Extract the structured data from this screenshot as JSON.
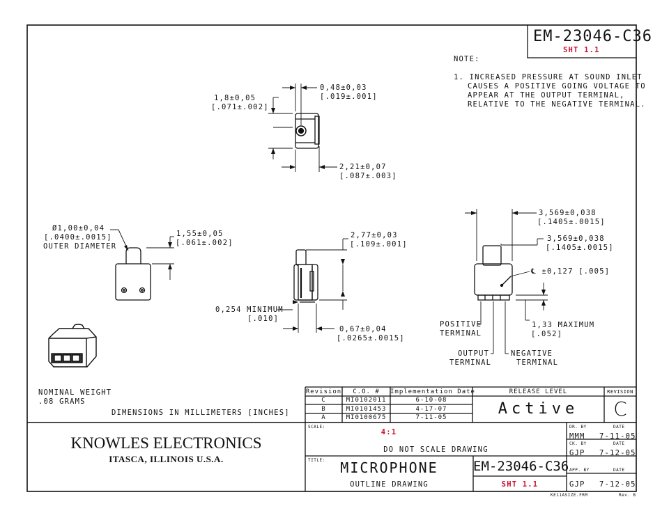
{
  "doc_number": "EM-23046-C36",
  "sheet": "SHT 1.1",
  "note_header": "NOTE:",
  "note_lines": [
    "1. INCREASED PRESSURE AT SOUND INLET",
    "CAUSES A POSITIVE GOING VOLTAGE TO",
    "APPEAR AT THE OUTPUT TERMINAL,",
    "RELATIVE TO THE NEGATIVE TERMINAL."
  ],
  "dims": {
    "d1": [
      "1,8±0,05",
      "[.071±.002]"
    ],
    "d2": [
      "0,48±0,03",
      "[.019±.001]"
    ],
    "d3": [
      "2,21±0,07",
      "[.087±.003]"
    ],
    "d4": [
      "Ø1,00±0,04",
      "[.0400±.0015]",
      "OUTER DIAMETER"
    ],
    "d5": [
      "1,55±0,05",
      "[.061±.002]"
    ],
    "d6": [
      "2,77±0,03",
      "[.109±.001]"
    ],
    "d7": [
      "0,254 MINIMUM",
      "[.010]"
    ],
    "d8": [
      "0,67±0,04",
      "[.0265±.0015]"
    ],
    "d9": [
      "3,569±0,038",
      "[.1405±.0015]"
    ],
    "d10": [
      "3,569±0,038",
      "[.1405±.0015]"
    ],
    "d11": "℄ ±0,127 [.005]",
    "d12": [
      "1,33  MAXIMUM",
      "[.052]"
    ]
  },
  "terminals": {
    "positive": [
      "POSITIVE",
      "TERMINAL"
    ],
    "output": [
      "OUTPUT",
      "TERMINAL"
    ],
    "negative": [
      "NEGATIVE",
      "TERMINAL"
    ]
  },
  "weight": [
    "NOMINAL WEIGHT",
    ".08 GRAMS"
  ],
  "units_note": "DIMENSIONS IN MILLIMETERS [INCHES]",
  "revision_table": {
    "headers": [
      "Revision",
      "C.O. #",
      "Implementation Date"
    ],
    "rows": [
      [
        "C",
        "MI0102011",
        "6-10-08"
      ],
      [
        "B",
        "MI0101453",
        "4-17-07"
      ],
      [
        "A",
        "MI0100675",
        "7-11-05"
      ]
    ]
  },
  "release_level_label": "RELEASE LEVEL",
  "release_level": "Active",
  "revision_label": "REVISION",
  "revision": "C",
  "company": "KNOWLES ELECTRONICS",
  "location": "ITASCA, ILLINOIS U.S.A.",
  "scale_label": "SCALE:",
  "scale": "4:1",
  "no_scale": "DO NOT SCALE DRAWING",
  "title_label": "TITLE:",
  "title": "MICROPHONE",
  "subtitle": "OUTLINE DRAWING",
  "signoffs": {
    "dr_label": "DR. BY",
    "date_label": "DATE",
    "dr_by": "MMM",
    "dr_date": "7-11-05",
    "ck_label": "CK. BY",
    "ck_by": "GJP",
    "ck_date": "7-12-05",
    "app_label": "APP. BY",
    "app_by": "GJP",
    "app_date": "7-12-05"
  },
  "footer_file": "KE11ASIZE.FRM",
  "footer_rev": "Rev. B"
}
